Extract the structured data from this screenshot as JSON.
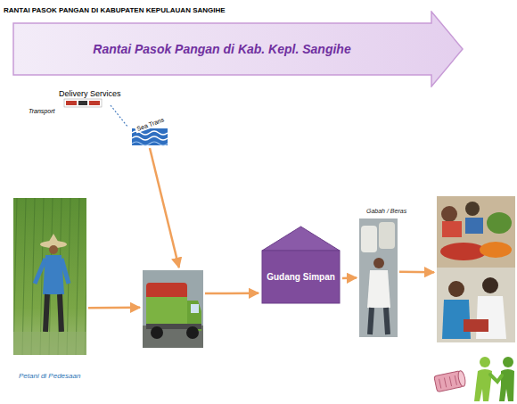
{
  "diagram": {
    "title": "RANTAI PASOK PANGAN DI KABUPATEN KEPULAUAN SANGIHE",
    "nodes": [
      {
        "text": [
          "Rantai Pasok Pangan di Kab. Kepl. Sangihe"
        ]
      },
      {
        "text": [
          "Delivery Services",
          "Transport"
        ]
      },
      {
        "text": [
          "Sea Trans"
        ]
      },
      {
        "text": [
          "Petani di Pedesaan"
        ]
      },
      {
        "text": []
      },
      {
        "text": [
          "Gudang Simpan"
        ]
      },
      {
        "text": [
          "Gabah / Beras"
        ]
      },
      {
        "text": []
      }
    ],
    "edges": [
      {
        "from": 1,
        "to": 2,
        "arrow": "none"
      },
      {
        "from": 2,
        "to": 4,
        "arrow": "to"
      },
      {
        "from": 3,
        "to": 4,
        "arrow": "to"
      },
      {
        "from": 4,
        "to": 5,
        "arrow": "to"
      },
      {
        "from": 5,
        "to": 6,
        "arrow": "to"
      },
      {
        "from": 6,
        "to": 7,
        "arrow": "to"
      }
    ]
  }
}
